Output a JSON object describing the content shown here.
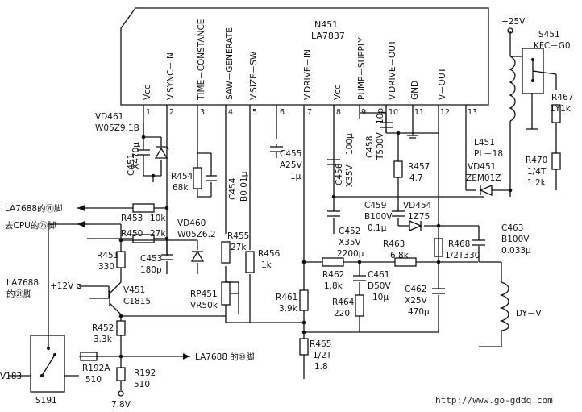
{
  "ic": {
    "ref": "N451",
    "part": "LA7837",
    "pins": [
      {
        "num": "1",
        "name": "Vcc"
      },
      {
        "num": "2",
        "name": "V.SYNC－IN"
      },
      {
        "num": "3",
        "name": "TIME－CONSTANCE"
      },
      {
        "num": "4",
        "name": "SAW－GENERATE"
      },
      {
        "num": "5",
        "name": "V.SIZE－SW"
      },
      {
        "num": "6",
        "name": ""
      },
      {
        "num": "7",
        "name": "V.DRIVE－IN"
      },
      {
        "num": "8",
        "name": "Vcc"
      },
      {
        "num": "9",
        "name": "PUMP－SUPPLY"
      },
      {
        "num": "10",
        "name": "V.DRIVE－OUT"
      },
      {
        "num": "11",
        "name": "GND"
      },
      {
        "num": "12",
        "name": "V－OUT"
      },
      {
        "num": "13",
        "name": ""
      }
    ]
  },
  "components": {
    "vd461": [
      "VD461",
      "W05Z9.1B"
    ],
    "c451": [
      "C451",
      "X470μ"
    ],
    "r454": [
      "R454",
      "68k"
    ],
    "c454": [
      "C454",
      "B0.01μ"
    ],
    "c455": [
      "C455",
      "A25V",
      "1μ"
    ],
    "c456": [
      "C456",
      "X35V",
      "100μ"
    ],
    "c458": [
      "C458",
      "T500V",
      "10p"
    ],
    "r457": [
      "R457",
      "4.7"
    ],
    "r453": [
      "R453",
      "10k"
    ],
    "r450": [
      "R450",
      "27k"
    ],
    "vd460": [
      "VD460",
      "W05Z6.2"
    ],
    "r451": [
      "R451",
      "330"
    ],
    "c453": [
      "C453",
      "180p"
    ],
    "r455": [
      "R455",
      "27k"
    ],
    "r456": [
      "R456",
      "1k"
    ],
    "rp451": [
      "RP451",
      "VR50k"
    ],
    "v451": [
      "V451",
      "C1815"
    ],
    "r452": [
      "R452",
      "3.3k"
    ],
    "r461": [
      "R461",
      "3.9k"
    ],
    "r462": [
      "R462",
      "1.8k"
    ],
    "r463": [
      "R463",
      "6.8k"
    ],
    "r464": [
      "R464",
      "220"
    ],
    "r465": [
      "R465",
      "1/2T",
      "1.8"
    ],
    "c452": [
      "C452",
      "X35V",
      "2200μ"
    ],
    "c459": [
      "C459",
      "B100V",
      "0.1μ"
    ],
    "vd454": [
      "VD454",
      "1Z75"
    ],
    "c461": [
      "C461",
      "D50V",
      "10μ"
    ],
    "c462": [
      "C462",
      "X25V",
      "470μ"
    ],
    "r468": [
      "R468",
      "1/2T330"
    ],
    "c463": [
      "C463",
      "B100V",
      "0.033μ"
    ],
    "l451": [
      "L451",
      "PL－18"
    ],
    "vd451": [
      "VD451",
      "ZEM01Z"
    ],
    "r470": [
      "R470",
      "1/4T",
      "1.2k"
    ],
    "r467": [
      "R467",
      "1Y1k"
    ],
    "s451": [
      "S451",
      "KFC－G0"
    ],
    "r192a": [
      "R192A",
      "510"
    ],
    "r192": [
      "R192",
      "510"
    ],
    "s191": [
      "S191"
    ],
    "dyv": [
      "DY－V"
    ]
  },
  "labels": {
    "plus25v": "+25V",
    "plus12v": "+12V",
    "v183": "V183",
    "v78": "7.8V",
    "la7688_pin20": "LA7688的⑳脚",
    "cpu_pin25": "去CPU的㉕脚",
    "la7688_pin21_line1": "LA7688",
    "la7688_pin21_line2": "的㉑脚",
    "la7688_pin10": "LA7688 的⑩脚"
  },
  "watermark": "http://www.go-gddq.com"
}
